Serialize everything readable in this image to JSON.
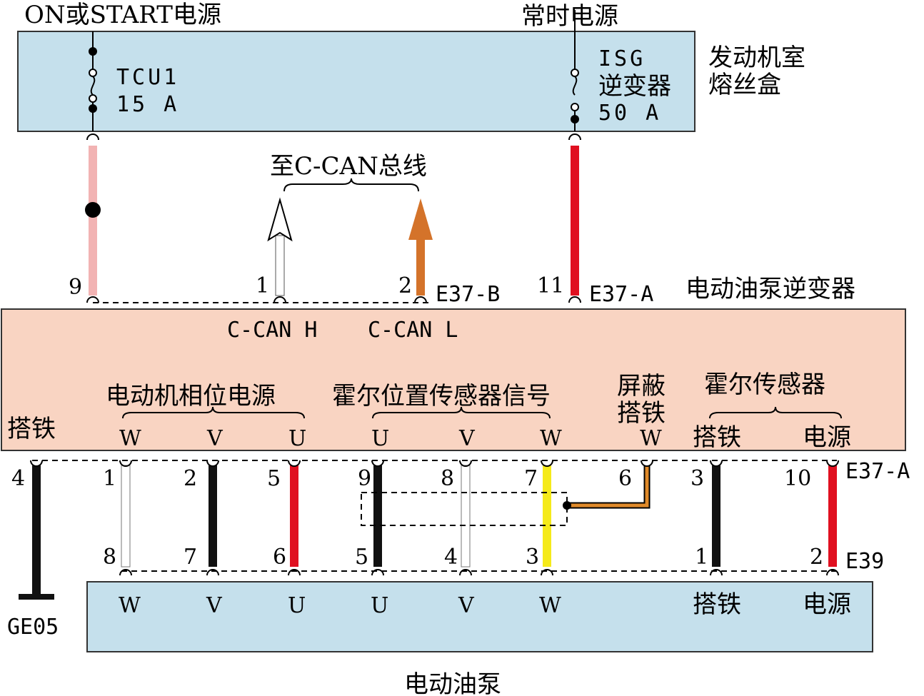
{
  "colors": {
    "box_blue": "#c5e0ec",
    "box_pink": "#f9d4c2",
    "wire_pink": "#f2b3b3",
    "wire_red": "#e01020",
    "wire_black": "#111111",
    "wire_white": "#ffffff",
    "wire_yellow": "#f5ea1a",
    "wire_orange": "#d4732a",
    "shield_brown": "#e08a2a"
  },
  "top_labels": {
    "on_start_power": "ON或START电源",
    "constant_power": "常时电源"
  },
  "fuse_box": {
    "name_line1": "发动机室",
    "name_line2": "熔丝盒",
    "fuse1_name": "TCU1",
    "fuse1_rating": "15 A",
    "fuse2_line1": "ISG",
    "fuse2_line2": "逆变器",
    "fuse2_rating": "50 A"
  },
  "can_bus": {
    "label": "至C-CAN总线"
  },
  "inverter": {
    "name": "电动油泵逆变器",
    "connector_b": "E37-B",
    "connector_a_top": "E37-A",
    "connector_a_bottom": "E37-A",
    "can_h": "C-CAN H",
    "can_l": "C-CAN L",
    "ground": "搭铁",
    "motor_phase_group": "电动机相位电源",
    "hall_signal_group": "霍尔位置传感器信号",
    "shield_line1": "屏蔽",
    "shield_line2": "搭铁",
    "hall_sensor_group": "霍尔传感器",
    "hall_ground": "搭铁",
    "hall_power": "电源",
    "motor_w": "W",
    "motor_v": "V",
    "motor_u": "U",
    "hall_u": "U",
    "hall_v": "V",
    "hall_w": "W",
    "shield_w": "W"
  },
  "pins_top": {
    "p9": "9",
    "p1": "1",
    "p2": "2",
    "p11": "11"
  },
  "pins_mid": {
    "p4": "4",
    "p1": "1",
    "p2": "2",
    "p5": "5",
    "p9": "9",
    "p8": "8",
    "p7": "7",
    "p6": "6",
    "p3": "3",
    "p10": "10"
  },
  "pins_bottom": {
    "p8": "8",
    "p7": "7",
    "p6": "6",
    "p5": "5",
    "p4": "4",
    "p3": "3",
    "p1": "1",
    "p2": "2"
  },
  "pump": {
    "connector": "E39",
    "name": "电动油泵",
    "w1": "W",
    "v1": "V",
    "u1": "U",
    "u2": "U",
    "v2": "V",
    "w2": "W",
    "ground": "搭铁",
    "power": "电源"
  },
  "ground_point": "GE05"
}
